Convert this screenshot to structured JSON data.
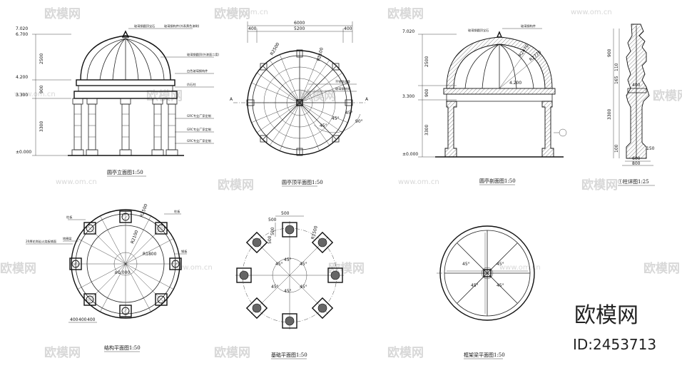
{
  "drawings": {
    "elevation": {
      "caption": "圆亭立面图1:50",
      "levels": [
        "7.020",
        "6.700",
        "4.200",
        "3.300",
        "±0.000"
      ],
      "dims": [
        "2500",
        "900",
        "3300"
      ],
      "notes": [
        "玻璃钢圆顶宝石",
        "玻璃钢构件(外表黄色漆刷)",
        "玻璃钢圆顶(外漆面二度)",
        "白色玻璃钢构件",
        "仿石柱",
        "GRC专业厂家定制",
        "GRC专业厂家定制",
        "GRC专业厂家定制"
      ]
    },
    "top_plan": {
      "caption": "圆亭顶平面图1:50",
      "dims": [
        "6000",
        "5200",
        "400",
        "400",
        "R2500",
        "R2100"
      ],
      "notes": [
        "不锈钢龙骨",
        "玻璃钢装饰"
      ],
      "angles": [
        "45°",
        "45°",
        "45°",
        "90°"
      ]
    },
    "section": {
      "caption": "圆亭剖面图1:50",
      "levels": [
        "7.020",
        "3.300",
        "±0.000"
      ],
      "dims": [
        "2500",
        "900",
        "3300",
        "R2470",
        "R2770",
        "4.200"
      ],
      "notes": [
        "玻璃钢圆顶宝石",
        "玻璃钢构件"
      ]
    },
    "detail": {
      "caption": "①柱详图1:25",
      "dims": [
        "900",
        "110",
        "165",
        "400",
        "3300",
        "100",
        "800",
        "600",
        "150"
      ]
    },
    "structure_plan": {
      "caption": "结构平面图1:50",
      "dims": [
        "R2500",
        "R2100",
        "R1800",
        "400",
        "400",
        "400"
      ],
      "levels": [
        "±0.000"
      ],
      "notes": [
        "柱板",
        "柱板",
        "地圈梁",
        "钢板",
        "20厚花岗岩火烧板铺面"
      ]
    },
    "foundation_plan": {
      "caption": "基础平面图1:50",
      "dims": [
        "500",
        "500",
        "500",
        "500",
        "R1500"
      ],
      "angles": [
        "45°",
        "45°",
        "45°",
        "45°",
        "45°",
        "45°"
      ]
    },
    "frame_plan": {
      "caption": "框架梁平面图1:50",
      "angles": [
        "45°",
        "45°",
        "45°",
        "45°"
      ]
    }
  },
  "watermarks": {
    "logo_text": "欧模网",
    "url_text": "www.om.cn"
  },
  "brand": {
    "name": "欧模网",
    "id": "ID:2453713"
  }
}
